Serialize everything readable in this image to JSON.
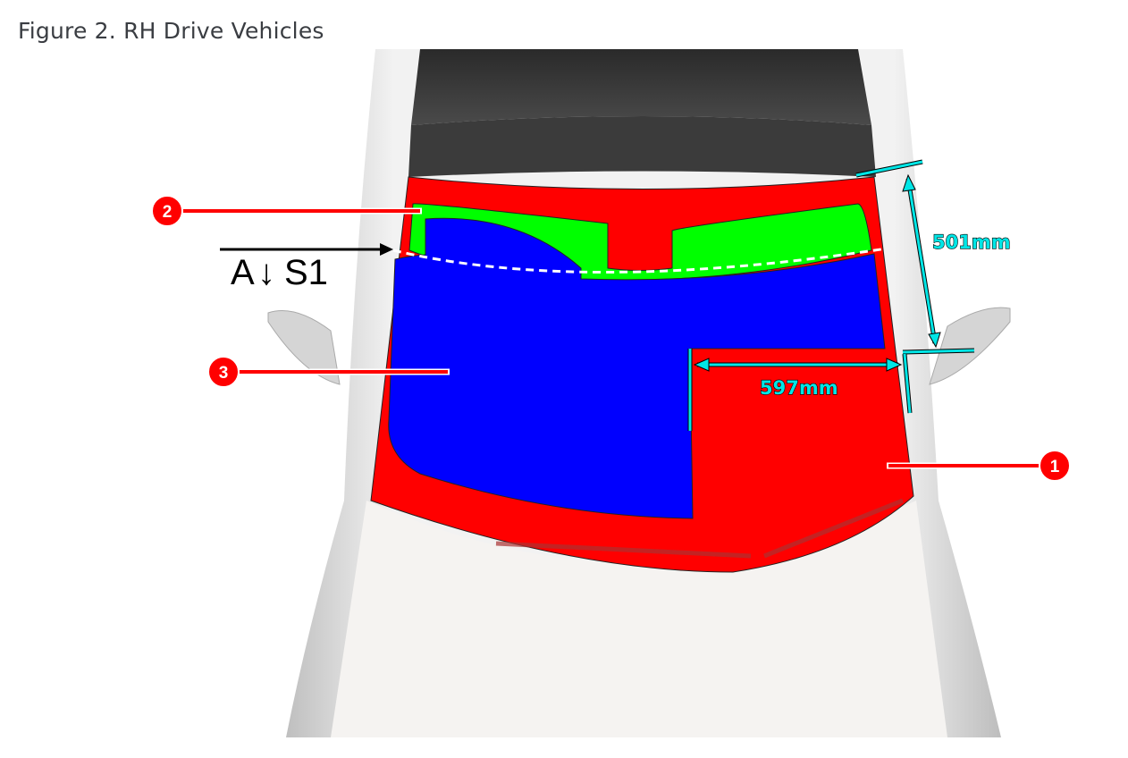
{
  "figure": {
    "title": "Figure 2. RH Drive Vehicles"
  },
  "section_marker": {
    "letter": "A",
    "arrow": "↓",
    "label": "S1"
  },
  "dimensions": {
    "vertical": "501mm",
    "horizontal": "597mm"
  },
  "callouts": [
    {
      "number": "1",
      "zone_color": "#ff0000"
    },
    {
      "number": "2",
      "zone_color": "#00ff00"
    },
    {
      "number": "3",
      "zone_color": "#0000ff"
    }
  ],
  "colors": {
    "dimension": "#00e6e6",
    "callout": "#ff0000"
  }
}
